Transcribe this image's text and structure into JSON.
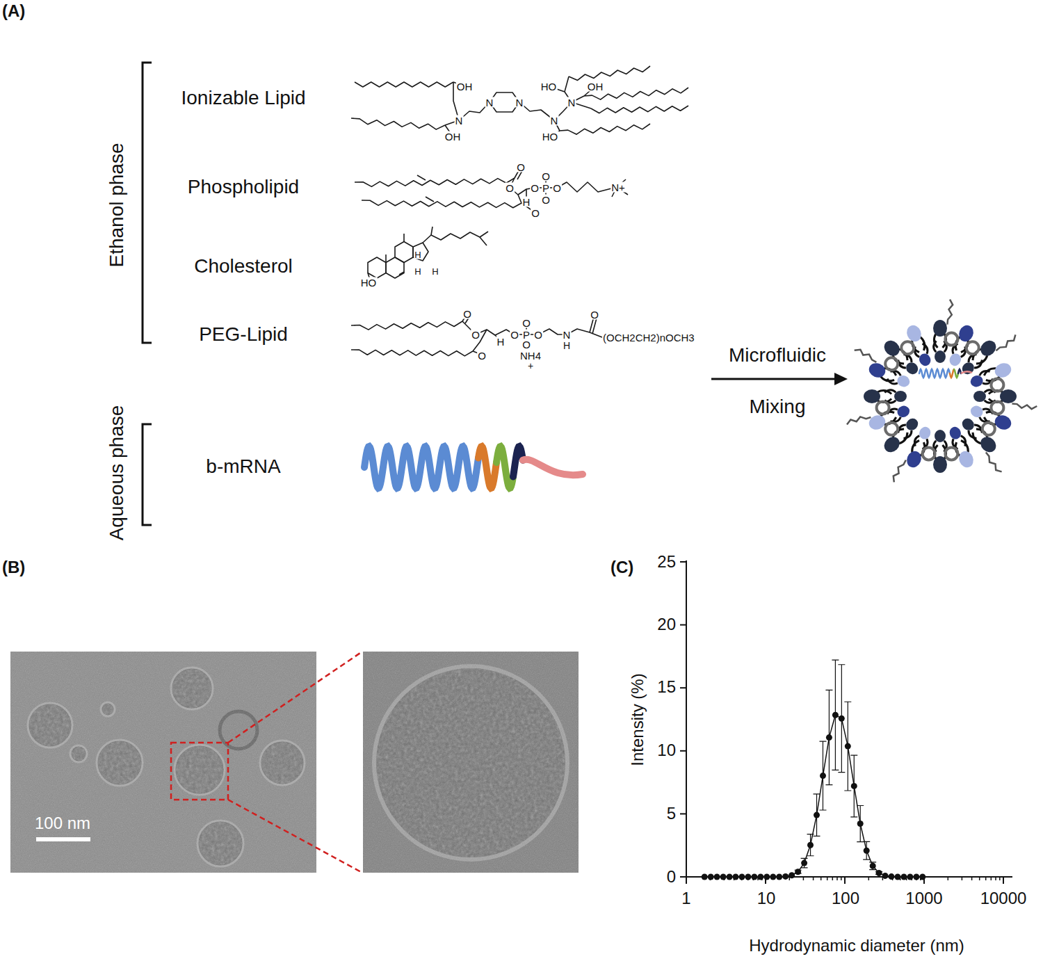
{
  "diagram": {
    "labels": [
      "(A)",
      "(B)",
      "(C)",
      "Ethanol phase",
      "Ionizable Lipid",
      "Phospholipid",
      "Cholesterol",
      "PEG-Lipid",
      "Aqueous phase",
      "b-mRNA",
      "Microfluidic",
      "Mixing",
      "100 nm",
      "25",
      "20",
      "15",
      "10",
      "5",
      "0",
      "1",
      "10",
      "100",
      "1000",
      "10000",
      "Intensity (%)",
      "Hydrodynamic diameter (nm)",
      "OH",
      "N",
      "OH",
      "N",
      "N",
      "HO",
      "OH",
      "N",
      "N",
      "HO",
      "O",
      "O",
      "H",
      "O",
      "P",
      "O",
      "O",
      "O",
      "N+",
      "O",
      "HO",
      "H",
      "H",
      "H",
      "O",
      "O",
      "H",
      "O",
      "P",
      "O",
      "O",
      "O",
      "NH4",
      "+",
      "N",
      "H",
      "O",
      "(OCH2CH2)nOCH3",
      "O"
    ]
  }
}
